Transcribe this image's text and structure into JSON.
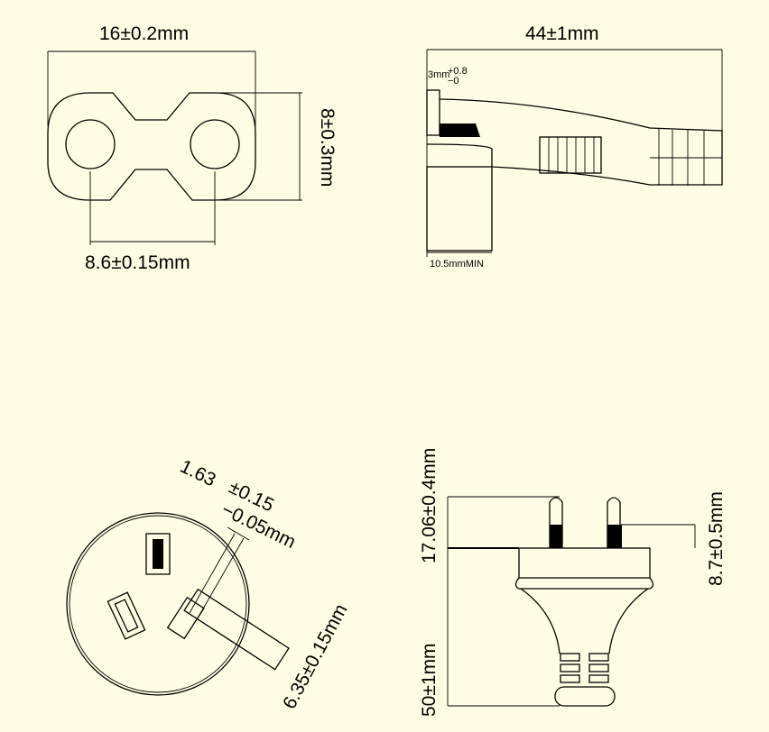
{
  "figures": {
    "front_view": {
      "width_label": "16±0.2mm",
      "height_label": "8±0.3mm",
      "pin_spacing_label": "8.6±0.15mm"
    },
    "side_view": {
      "length_label": "44±1mm",
      "pin_offset_label": "3mm",
      "pin_offset_tol_plus": "+0.8",
      "pin_offset_tol_minus": "−0",
      "min_label": "10.5mmMIN"
    },
    "plug_face": {
      "pin_width_label": "1.63",
      "pin_width_tol_plus": "±0.15",
      "pin_width_tol_minus": "−0.05mm",
      "earth_pin_label": "6.35±0.15mm"
    },
    "plug_side": {
      "pin_length_label": "17.06±0.4mm",
      "overall_label": "50±1mm",
      "pin_sleeve_label": "8.7±0.5mm"
    }
  }
}
